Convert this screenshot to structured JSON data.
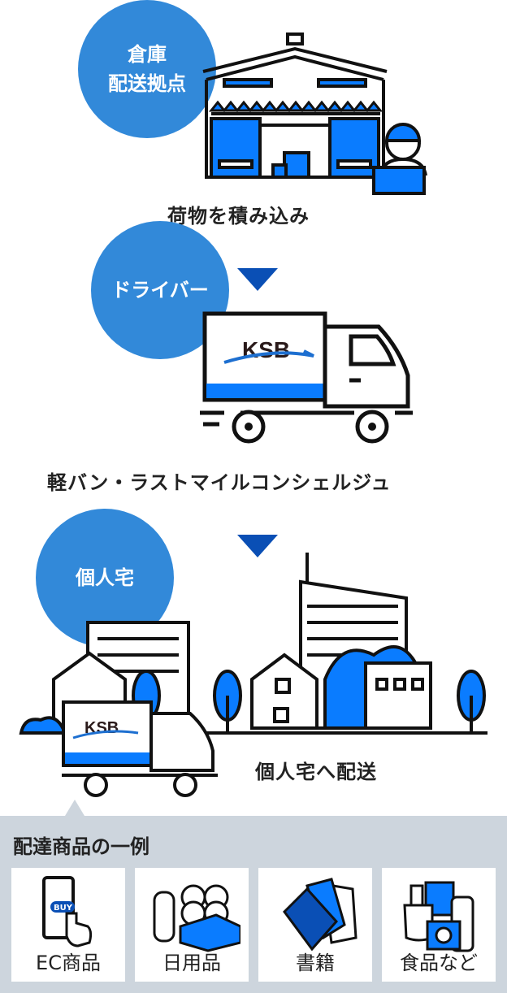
{
  "steps": [
    {
      "badge_lines": [
        "倉庫",
        "配送拠点"
      ],
      "caption": "荷物を積み込み"
    },
    {
      "badge": "ドライバー",
      "caption": "軽バン・ラストマイルコンシェルジュ",
      "truck_logo": "KSB"
    },
    {
      "badge": "個人宅",
      "caption": "個人宅へ配送",
      "truck_logo": "KSB"
    }
  ],
  "examples": {
    "title": "配達商品の一例",
    "items": [
      {
        "label": "EC商品",
        "icon": "smartphone-buy-icon",
        "button_text": "BUY"
      },
      {
        "label": "日用品",
        "icon": "daily-goods-icon"
      },
      {
        "label": "書籍",
        "icon": "books-icon"
      },
      {
        "label": "食品など",
        "icon": "food-icon"
      }
    ]
  },
  "colors": {
    "badge": "#3289d9",
    "accent": "#0a7cff",
    "arrow": "#0a4fb5",
    "panel": "#cdd5dd"
  }
}
